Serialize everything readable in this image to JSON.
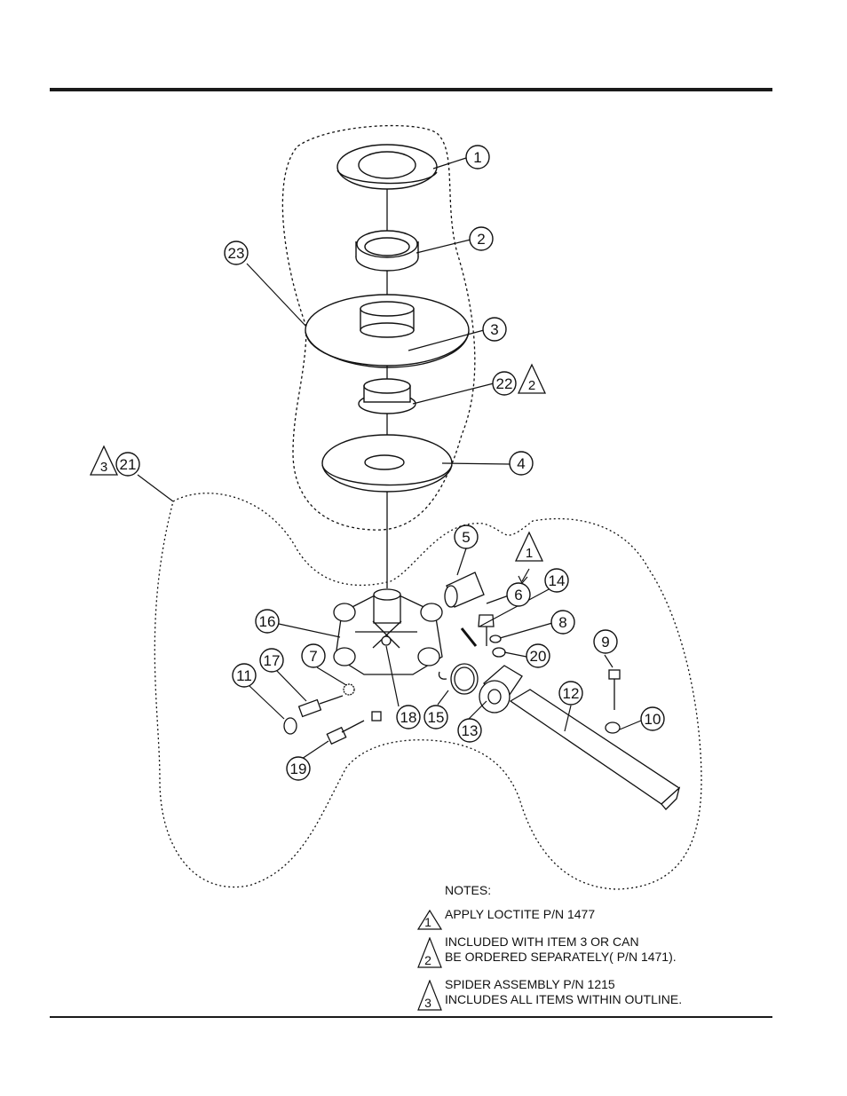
{
  "parts": [
    "1",
    "2",
    "3",
    "22",
    "4",
    "23",
    "21",
    "5",
    "6",
    "14",
    "8",
    "20",
    "9",
    "10",
    "12",
    "13",
    "15",
    "18",
    "16",
    "7",
    "17",
    "11",
    "19"
  ],
  "note_refs": {
    "head": "1",
    "p22": "2",
    "p21": "3"
  },
  "notes": {
    "title": "NOTES:",
    "items": [
      {
        "num": "1",
        "lines": [
          "APPLY LOCTITE  P/N 1477"
        ]
      },
      {
        "num": "2",
        "lines": [
          "INCLUDED WITH  ITEM 3 OR CAN",
          "BE ORDERED SEPARATELY( P/N 1471)."
        ]
      },
      {
        "num": "3",
        "lines": [
          "SPIDER ASSEMBLY P/N 1215",
          "INCLUDES ALL ITEMS WITHIN OUTLINE."
        ]
      }
    ]
  }
}
